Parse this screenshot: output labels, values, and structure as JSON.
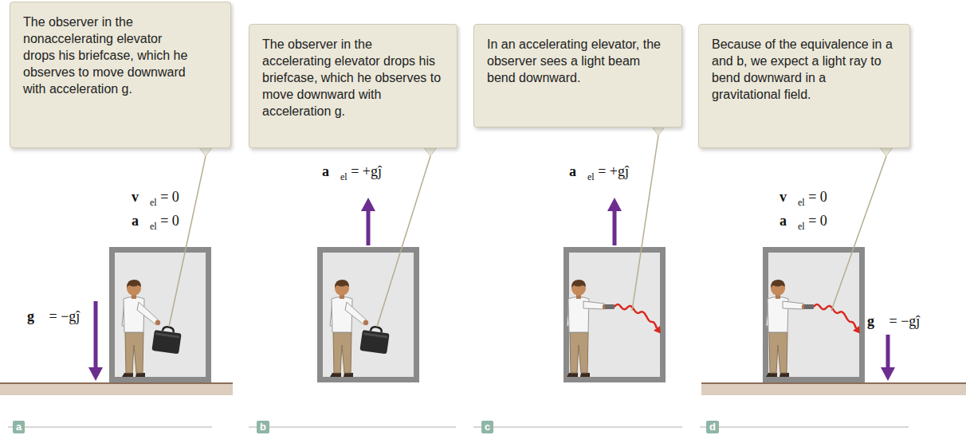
{
  "diagram": {
    "nodes": [
      {
        "text": [
          "The observer in the nonaccelerating elevator drops his briefcase, which he observes to move downward with acceleration g."
        ]
      },
      {
        "text": [
          "The observer in the accelerating elevator drops his briefcase, which he observes to move downward with acceleration g."
        ]
      },
      {
        "text": [
          "In an accelerating elevator, the observer sees a light beam bend downward."
        ]
      },
      {
        "text": [
          "Because of the equivalence in a and b, we expect a light ray to bend downward in a gravitational field."
        ]
      }
    ],
    "labels": [
      "v⃗el = 0",
      "a⃗el = 0",
      "g⃗ = −gĵ",
      "a⃗el = +gĵ",
      "a⃗el = +gĵ",
      "v⃗el = 0",
      "a⃗el = 0",
      "g⃗ = −gĵ",
      "a",
      "b",
      "c",
      "d"
    ]
  }
}
